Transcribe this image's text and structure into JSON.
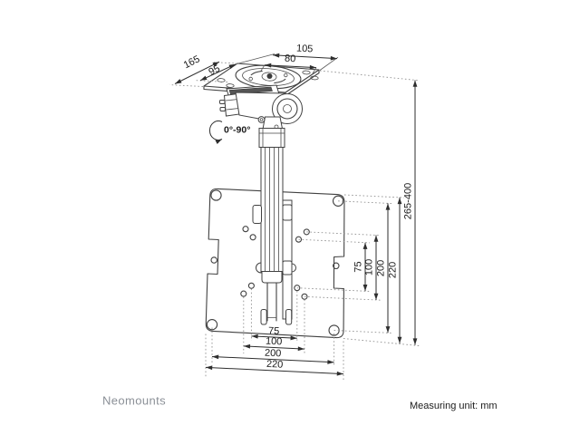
{
  "brand": {
    "name": "Neomounts",
    "color": "#8b9097"
  },
  "footer": {
    "measuring_unit": "Measuring unit: mm"
  },
  "colors": {
    "line": "#414141",
    "dimension": "#2e2e2e",
    "label": "#191919",
    "background": "#ffffff"
  },
  "drawing": {
    "subject": "ceiling tv mount technical drawing",
    "parts": [
      "ceiling-plate",
      "tilt-hinge",
      "telescopic-column",
      "vesa-plate"
    ]
  },
  "dimensions": {
    "ceiling_plate": {
      "outer_width": "105",
      "inner_width": "80",
      "outer_depth": "165",
      "inner_depth": "95"
    },
    "tilt_range": "0°-90°",
    "height_range": "265-400",
    "vesa_vertical": {
      "v75": "75",
      "v100": "100",
      "v200": "200",
      "v220": "220"
    },
    "vesa_horizontal": {
      "h75": "75",
      "h100": "100",
      "h200": "200",
      "h220": "220"
    }
  }
}
